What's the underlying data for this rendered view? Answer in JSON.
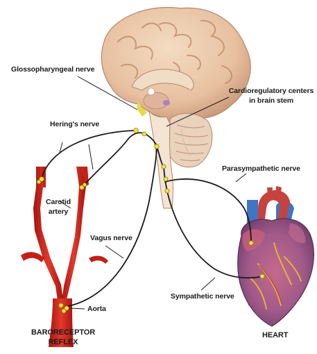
{
  "labels": {
    "glossopharyngeal_nerve": "Glossopharyngeal nerve",
    "cardioregulatory_line1": "Cardioregulatory centers",
    "cardioregulatory_line2": "in brain stem",
    "herings_nerve": "Hering's nerve",
    "parasympathetic_nerve": "Parasympathetic nerve",
    "carotid_line1": "Carotid",
    "carotid_line2": "artery",
    "vagus_nerve": "Vagus nerve",
    "sympathetic_nerve": "Sympathetic nerve",
    "aorta": "Aorta",
    "baroreceptor_line1": "BARORECEPTOR",
    "baroreceptor_line2": "REFLEX",
    "heart": "HEART"
  },
  "colors": {
    "brain_tan": "#e9c7a6",
    "brain_shadow": "#c9987a",
    "artery_red": "#d7241a",
    "artery_dark": "#a5140e",
    "vein_blue": "#3f75c4",
    "heart_purple": "#a06ca2",
    "heart_red": "#c6423e",
    "nerve_black": "#1a1a1a",
    "node_yellow": "#f2e53a"
  }
}
